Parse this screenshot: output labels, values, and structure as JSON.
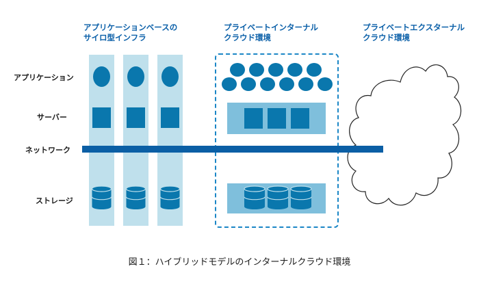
{
  "headers": {
    "silo_line1": "アプリケーションベースの",
    "silo_line2": "サイロ型インフラ",
    "private_line1": "プライベートインターナル",
    "private_line2": "クラウド環境",
    "external_line1": "プライベートエクスターナル",
    "external_line2": "クラウド環境"
  },
  "row_labels": {
    "application": "アプリケーション",
    "server": "サーバー",
    "network": "ネットワーク",
    "storage": "ストレージ"
  },
  "caption": "図１：ハイブリッドモデルのインターナルクラウド環境",
  "colors": {
    "header_text": "#0a5fa8",
    "column_fill": "#bfe0ec",
    "element_fill": "#0a77ad",
    "band_fill": "#7fbfdc",
    "network_fill": "#0b5fa5",
    "panel_border": "#1a86c6"
  },
  "icons": [
    "application-ellipse-icon",
    "server-square-icon",
    "storage-cylinder-icon",
    "cloud-icon"
  ]
}
